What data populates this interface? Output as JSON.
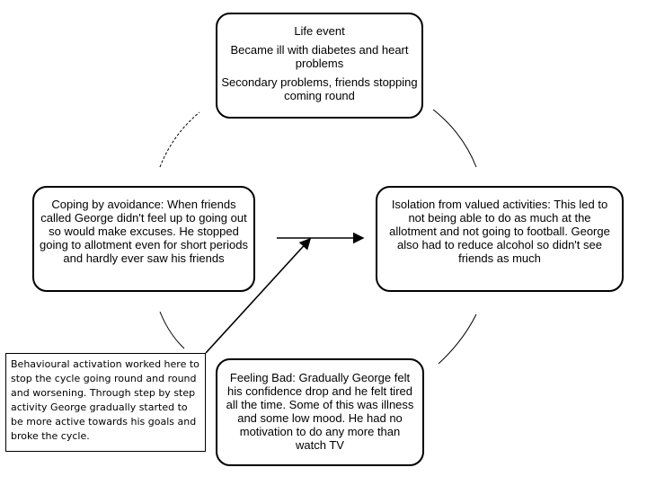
{
  "top": {
    "title": "Life event",
    "line1": "Became ill with diabetes and heart problems",
    "line2": "Secondary problems, friends stopping coming round"
  },
  "right": {
    "text": "Isolation from valued activities: This led to not being able to do as much at the allotment and not going to football. George also had to reduce alcohol so didn't see friends as much"
  },
  "bottom": {
    "text": "Feeling Bad: Gradually George felt his confidence drop and he felt tired all the time. Some of this was  illness and some low mood. He had no motivation to do any more than watch TV"
  },
  "left": {
    "text": "Coping by avoidance: When friends called George didn't feel up to going out so would make excuses. He stopped going to allotment even for short periods and hardly ever saw his friends"
  },
  "note": {
    "text": "Behavioural activation worked here to stop the cycle going round and round and worsening. Through step by step activity George gradually started to be more active towards his goals and broke the cycle."
  }
}
